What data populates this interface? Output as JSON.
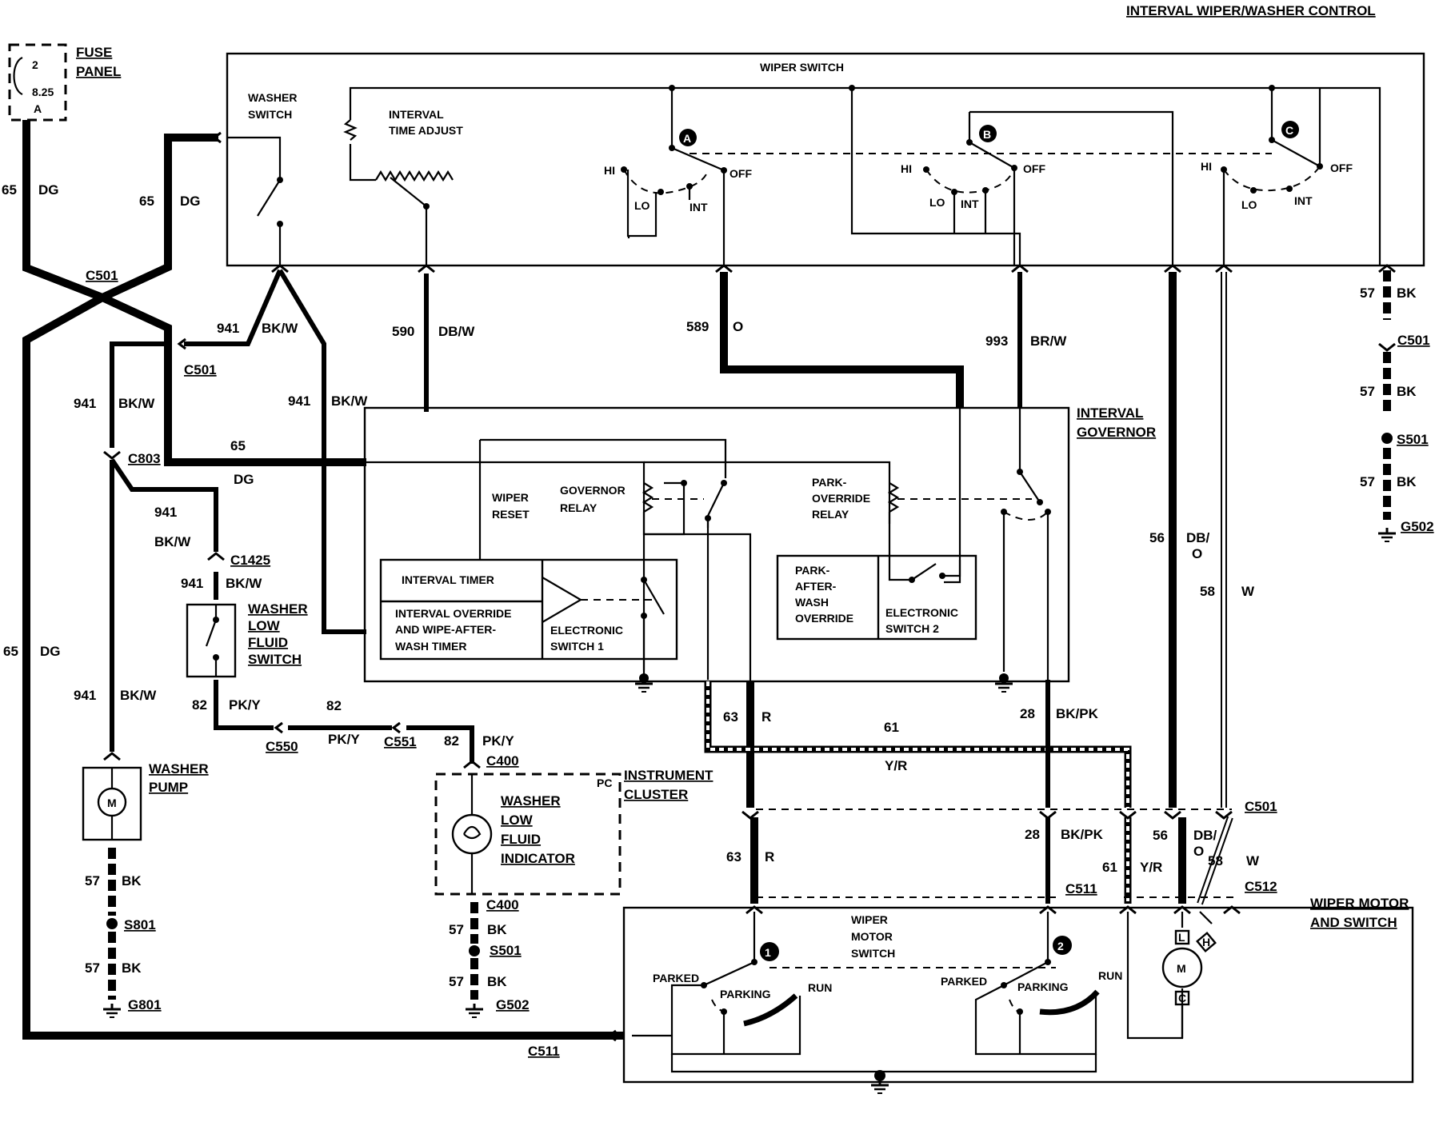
{
  "title": "INTERVAL WIPER/WASHER CONTROL",
  "components": {
    "fuse_panel": {
      "label_1": "FUSE",
      "label_2": "PANEL",
      "fuse_num": "2",
      "fuse_rating": "8.25",
      "fuse_suffix": "A"
    },
    "wiper_switch": "WIPER SWITCH",
    "washer_switch": [
      "WASHER",
      "SWITCH"
    ],
    "interval_time_adjust": [
      "INTERVAL",
      "TIME ADJUST"
    ],
    "interval_governor": [
      "INTERVAL",
      "GOVERNOR"
    ],
    "wiper_reset": [
      "WIPER",
      "RESET"
    ],
    "governor_relay": [
      "GOVERNOR",
      "RELAY"
    ],
    "park_override_relay": [
      "PARK-",
      "OVERRIDE",
      "RELAY"
    ],
    "interval_timer": "INTERVAL TIMER",
    "interval_override": [
      "INTERVAL OVERRIDE",
      "AND WIPE-AFTER-",
      "WASH TIMER"
    ],
    "electronic_switch_1": [
      "ELECTRONIC",
      "SWITCH 1"
    ],
    "park_after_wash": [
      "PARK-",
      "AFTER-",
      "WASH",
      "OVERRIDE"
    ],
    "electronic_switch_2": [
      "ELECTRONIC",
      "SWITCH 2"
    ],
    "washer_low_fluid_switch": [
      "WASHER",
      "LOW",
      "FLUID",
      "SWITCH"
    ],
    "washer_pump": [
      "WASHER",
      "PUMP"
    ],
    "instrument_cluster": [
      "INSTRUMENT",
      "CLUSTER"
    ],
    "pc": "PC",
    "washer_low_fluid_indicator": [
      "WASHER",
      "LOW",
      "FLUID",
      "INDICATOR"
    ],
    "wiper_motor_switch_box": [
      "WIPER",
      "MOTOR",
      "SWITCH"
    ],
    "wiper_motor_and_switch": [
      "WIPER MOTOR",
      "AND SWITCH"
    ],
    "motor": "M"
  },
  "switch_positions": {
    "hi": "HI",
    "lo": "LO",
    "int": "INT",
    "off": "OFF",
    "parked": "PARKED",
    "parking": "PARKING",
    "run": "RUN",
    "markers": [
      "A",
      "B",
      "C",
      "1",
      "2"
    ],
    "motor_terminals": [
      "L",
      "H",
      "C"
    ]
  },
  "connectors": {
    "c501": "C501",
    "c803": "C803",
    "c1425": "C1425",
    "c550": "C550",
    "c551": "C551",
    "c400": "C400",
    "c511": "C511",
    "c512": "C512",
    "s501": "S501",
    "s801": "S801",
    "g801": "G801",
    "g502": "G502"
  },
  "wires": {
    "w65": "65",
    "dg": "DG",
    "w941": "941",
    "bkw": "BK/W",
    "w590": "590",
    "dbw": "DB/W",
    "w589": "589",
    "o": "O",
    "w993": "993",
    "brw": "BR/W",
    "w57": "57",
    "bk": "BK",
    "w56": "56",
    "dbo_1": "DB/",
    "dbo_2": "O",
    "w58": "58",
    "w": "W",
    "w82": "82",
    "pky": "PK/Y",
    "w63": "63",
    "r": "R",
    "w61": "61",
    "yr": "Y/R",
    "w28": "28",
    "bkpk": "BK/PK"
  }
}
